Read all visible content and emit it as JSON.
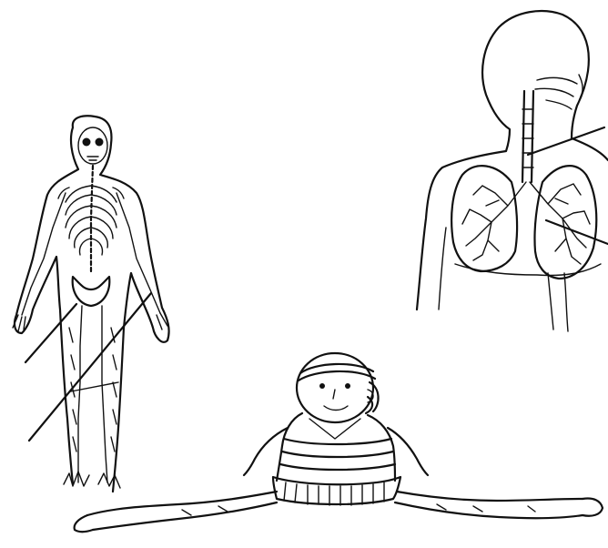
{
  "figure": {
    "ink_color": "#111111",
    "background_color": "#ffffff",
    "panels": [
      {
        "name": "skeleton-figure",
        "icon": "skeleton-icon",
        "leader_lines": 2
      },
      {
        "name": "respiratory-system-figure",
        "icon": "lungs-icon",
        "leader_lines": 2
      },
      {
        "name": "split-pose-child-figure",
        "icon": "gymnast-icon",
        "leader_lines": 0
      }
    ]
  }
}
